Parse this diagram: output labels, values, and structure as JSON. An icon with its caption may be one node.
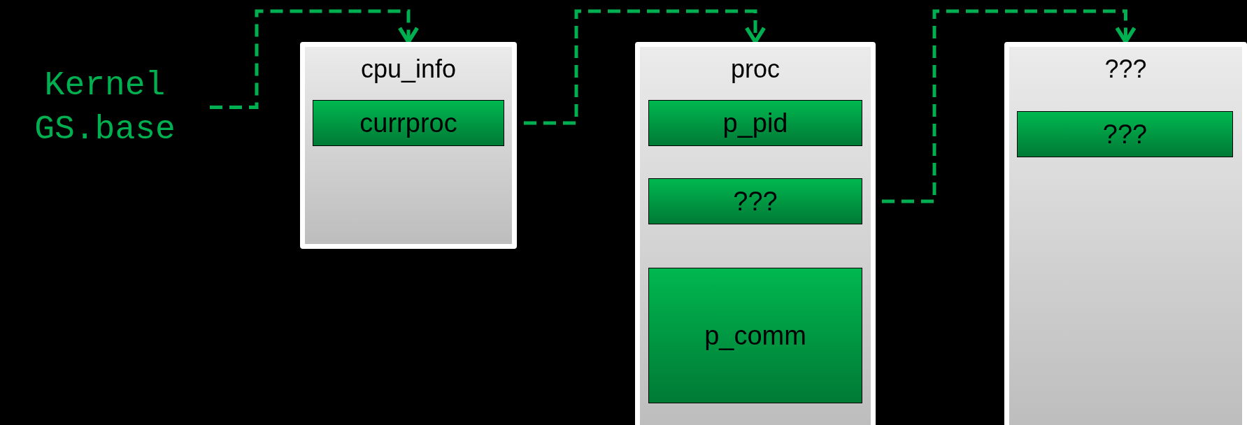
{
  "diagram": {
    "nodes": [
      {
        "text": [
          "Kernel GS.base"
        ]
      },
      {
        "text": [
          "cpu_info"
        ]
      },
      {
        "text": [
          "currproc"
        ],
        "in": 1
      },
      {
        "text": [
          "proc"
        ]
      },
      {
        "text": [
          "p_pid"
        ],
        "in": 3
      },
      {
        "text": [
          "???"
        ],
        "in": 3
      },
      {
        "text": [
          "p_comm"
        ],
        "in": 3
      },
      {
        "text": [
          "???"
        ]
      },
      {
        "text": [
          "???"
        ],
        "in": 7
      }
    ],
    "edges": [
      {
        "from": 0,
        "to": 1,
        "arrow": "to",
        "style": "dashed"
      },
      {
        "from": 2,
        "to": 3,
        "arrow": "to",
        "style": "dashed"
      },
      {
        "from": 5,
        "to": 7,
        "arrow": "to",
        "style": "dashed"
      }
    ]
  }
}
